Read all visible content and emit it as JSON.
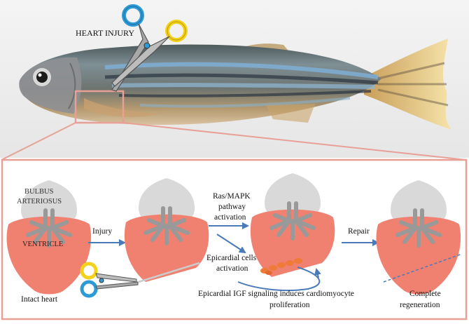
{
  "photo": {
    "heart_injury_label": "HEART INJURY"
  },
  "diagram": {
    "labels": {
      "bulbus_line1": "BULBUS",
      "bulbus_line2": "ARTERIOSUS",
      "ventricle": "VENTRICLE",
      "intact_heart": "Intact heart",
      "injury": "Injury",
      "rasmapk_line1": "Ras/MAPK",
      "rasmapk_line2": "pathway",
      "rasmapk_line3": "activation",
      "epicardial_line1": "Epicardial cells",
      "epicardial_line2": "activation",
      "igf_line1": "Epicardial IGF signaling induces cardiomyocyte",
      "igf_line2": "proliferation",
      "repair": "Repair",
      "complete_line1": "Complete",
      "complete_line2": "regeneration"
    }
  },
  "colors": {
    "ventricle": "#f08070",
    "bulbus": "#d9d9d9",
    "trabeculae": "#999999",
    "arrow": "#4a7ab8",
    "frame": "#e8a096",
    "scissor_blue": "#2e9bd6",
    "scissor_yellow": "#f2d21a",
    "proliferation": "#f07a38"
  }
}
